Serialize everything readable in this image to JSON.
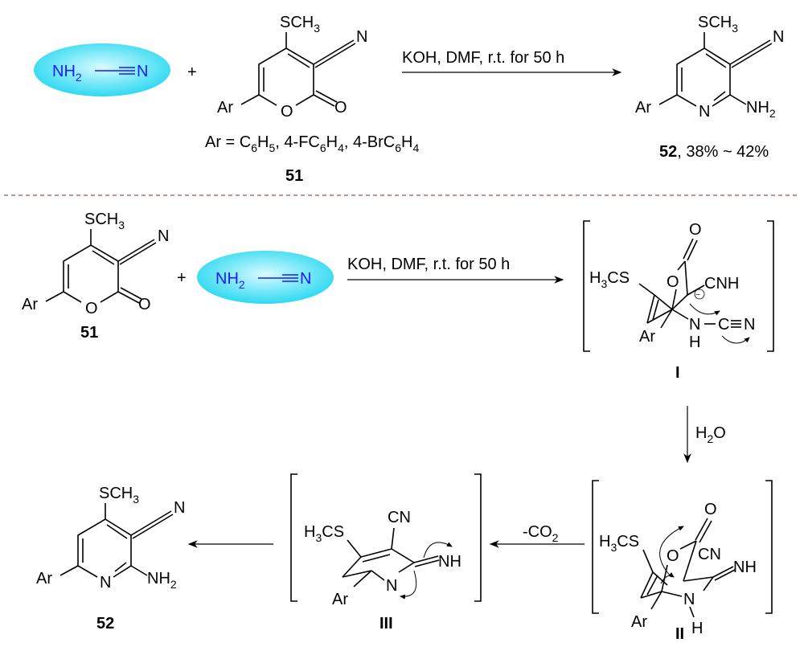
{
  "colors": {
    "ellipse_fill": "#33e0f5",
    "ellipse_light": "#d8fbff",
    "reagent_text": "#1a1aff",
    "divider": "#a05050"
  },
  "labels": {
    "sch3": "SCH",
    "sub3": "3",
    "n": "N",
    "o": "O",
    "ar": "Ar",
    "nh2": "NH",
    "sub2": "2",
    "h3cs_h": "H",
    "h3cs_rest": "CS",
    "cn": "CN",
    "cnh": "CNH",
    "nh": "NH",
    "h": "H",
    "c": "C",
    "minus": "−"
  },
  "top": {
    "reagent": "NH",
    "reagent_sub": "2",
    "reagent_tail": "N",
    "plus": "+",
    "conditions": "KOH, DMF, r.t. for 50 h",
    "ar_def": [
      "Ar = C",
      "6",
      "H",
      "5",
      ", 4-FC",
      "6",
      "H",
      "4",
      ", 4-BrC",
      "6",
      "H",
      "4"
    ],
    "sm_label": "51",
    "product_label": "52",
    "yield": ", 38% ~ 42%"
  },
  "mech": {
    "sm_label": "51",
    "plus": "+",
    "conditions": "KOH, DMF, r.t. for 50 h",
    "int1_label": "I",
    "water": "H",
    "water_sub": "2",
    "water_o": "O",
    "int2_label": "II",
    "co2": "-CO",
    "co2_sub": "2",
    "int3_label": "III",
    "product_label": "52"
  }
}
